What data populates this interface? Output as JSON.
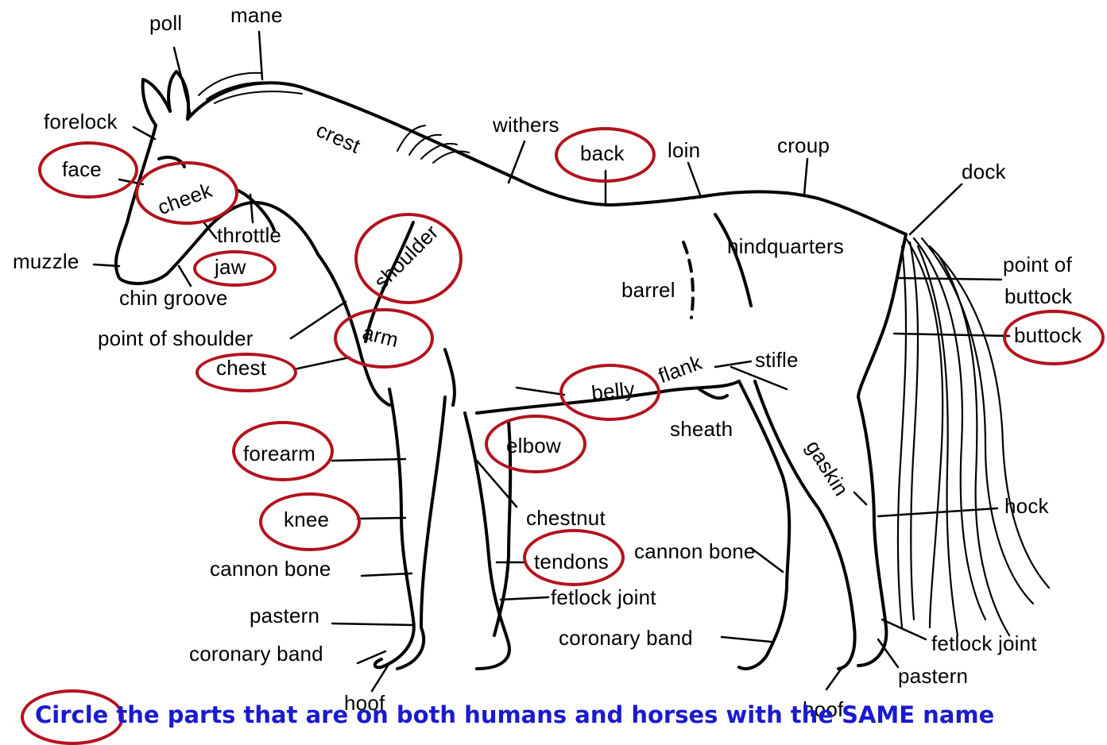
{
  "labels": {
    "poll": "poll",
    "mane": "mane",
    "forelock": "forelock",
    "crest": "crest",
    "withers": "withers",
    "back": "back",
    "loin": "loin",
    "croup": "croup",
    "dock": "dock",
    "face": "face",
    "cheek": "cheek",
    "throttle": "throttle",
    "muzzle": "muzzle",
    "jaw": "jaw",
    "chin_groove": "chin groove",
    "shoulder": "shoulder",
    "hindquarters": "hindquarters",
    "point_of": "point of",
    "buttock_word": "buttock",
    "barrel": "barrel",
    "point_of_shoulder": "point of shoulder",
    "arm": "arm",
    "buttock": "buttock",
    "chest": "chest",
    "flank": "flank",
    "stifle": "stifle",
    "belly": "belly",
    "sheath": "sheath",
    "forearm": "forearm",
    "elbow": "elbow",
    "gaskin": "gaskin",
    "hock": "hock",
    "chestnut": "chestnut",
    "knee": "knee",
    "cannon_bone_front": "cannon bone",
    "tendons": "tendons",
    "cannon_bone_hind": "cannon bone",
    "fetlock_joint_front": "fetlock joint",
    "pastern_front": "pastern",
    "coronary_band_hind": "coronary band",
    "fetlock_joint_hind": "fetlock joint",
    "coronary_band_front": "coronary band",
    "pastern_hind": "pastern",
    "hoof_front": "hoof",
    "hoof_hind": "hoof"
  },
  "caption": "Circle the parts that are on both humans and horses with the SAME name",
  "colors": {
    "circle": "#b3121c",
    "caption": "#1a1acf"
  }
}
